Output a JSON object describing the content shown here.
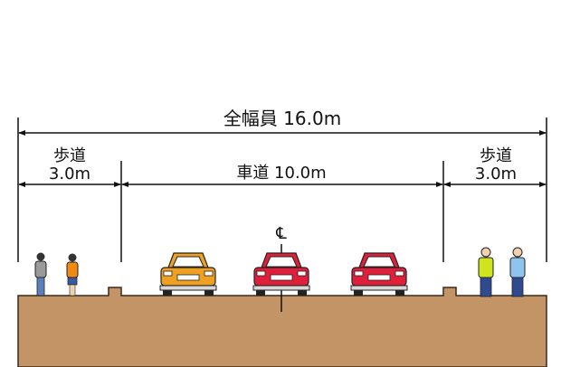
{
  "title": "全幅員 16.0m",
  "left_sidewalk": {
    "name": "歩道",
    "width": "3.0m"
  },
  "roadway": "車道 10.0m",
  "right_sidewalk": {
    "name": "歩道",
    "width": "3.0m"
  },
  "centerline_symbol": "℄",
  "colors": {
    "ground": "#c39466",
    "dim_line": "#111111",
    "car_orange": "#f0a020",
    "car_red": "#e0203a",
    "ped_green": "#cfe41e",
    "ped_blue": "#8fc4ee",
    "ped_orange": "#f08a10",
    "ped_grey": "#9a9a9a"
  }
}
